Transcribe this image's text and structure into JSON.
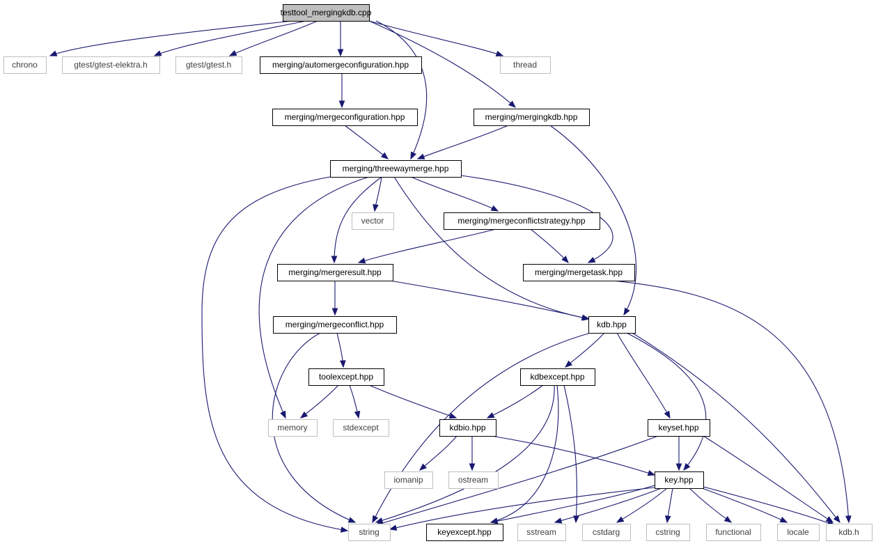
{
  "diagram": {
    "nodes": [
      {
        "id": "root",
        "label": "testtool_mergingkdb.cpp",
        "style": "root"
      },
      {
        "id": "chrono",
        "label": "chrono",
        "style": "external"
      },
      {
        "id": "gtest_elektra",
        "label": "gtest/gtest-elektra.h",
        "style": "external"
      },
      {
        "id": "gtest",
        "label": "gtest/gtest.h",
        "style": "external"
      },
      {
        "id": "automerge",
        "label": "merging/automergeconfiguration.hpp",
        "style": "internal"
      },
      {
        "id": "thread",
        "label": "thread",
        "style": "external"
      },
      {
        "id": "mergeconfig",
        "label": "merging/mergeconfiguration.hpp",
        "style": "internal"
      },
      {
        "id": "mergingkdb",
        "label": "merging/mergingkdb.hpp",
        "style": "internal"
      },
      {
        "id": "threeway",
        "label": "merging/threewaymerge.hpp",
        "style": "internal"
      },
      {
        "id": "vector",
        "label": "vector",
        "style": "external"
      },
      {
        "id": "mcstrategy",
        "label": "merging/mergeconflictstrategy.hpp",
        "style": "internal"
      },
      {
        "id": "mergeresult",
        "label": "merging/mergeresult.hpp",
        "style": "internal"
      },
      {
        "id": "mergetask",
        "label": "merging/mergetask.hpp",
        "style": "internal"
      },
      {
        "id": "mergeconflict",
        "label": "merging/mergeconflict.hpp",
        "style": "internal"
      },
      {
        "id": "kdbhpp",
        "label": "kdb.hpp",
        "style": "internal"
      },
      {
        "id": "toolexcept",
        "label": "toolexcept.hpp",
        "style": "internal"
      },
      {
        "id": "kdbexcept",
        "label": "kdbexcept.hpp",
        "style": "internal"
      },
      {
        "id": "memory",
        "label": "memory",
        "style": "external"
      },
      {
        "id": "stdexcept",
        "label": "stdexcept",
        "style": "external"
      },
      {
        "id": "kdbio",
        "label": "kdbio.hpp",
        "style": "internal"
      },
      {
        "id": "keyset",
        "label": "keyset.hpp",
        "style": "internal"
      },
      {
        "id": "iomanip",
        "label": "iomanip",
        "style": "external"
      },
      {
        "id": "ostream",
        "label": "ostream",
        "style": "external"
      },
      {
        "id": "keyhpp",
        "label": "key.hpp",
        "style": "internal"
      },
      {
        "id": "string",
        "label": "string",
        "style": "external"
      },
      {
        "id": "keyexcept",
        "label": "keyexcept.hpp",
        "style": "internal"
      },
      {
        "id": "sstream",
        "label": "sstream",
        "style": "external"
      },
      {
        "id": "cstdarg",
        "label": "cstdarg",
        "style": "external"
      },
      {
        "id": "cstring",
        "label": "cstring",
        "style": "external"
      },
      {
        "id": "functional",
        "label": "functional",
        "style": "external"
      },
      {
        "id": "locale",
        "label": "locale",
        "style": "external"
      },
      {
        "id": "kdbh",
        "label": "kdb.h",
        "style": "external"
      }
    ],
    "edges": [
      [
        "root",
        "chrono"
      ],
      [
        "root",
        "gtest_elektra"
      ],
      [
        "root",
        "gtest"
      ],
      [
        "root",
        "automerge"
      ],
      [
        "root",
        "threeway"
      ],
      [
        "root",
        "mergingkdb"
      ],
      [
        "root",
        "thread"
      ],
      [
        "automerge",
        "mergeconfig"
      ],
      [
        "mergeconfig",
        "threeway"
      ],
      [
        "mergingkdb",
        "threeway"
      ],
      [
        "mergingkdb",
        "kdbhpp"
      ],
      [
        "threeway",
        "string"
      ],
      [
        "threeway",
        "memory"
      ],
      [
        "threeway",
        "mergeresult"
      ],
      [
        "threeway",
        "vector"
      ],
      [
        "threeway",
        "mcstrategy"
      ],
      [
        "threeway",
        "kdbhpp"
      ],
      [
        "threeway",
        "mergetask"
      ],
      [
        "mcstrategy",
        "mergeresult"
      ],
      [
        "mcstrategy",
        "mergetask"
      ],
      [
        "mergeresult",
        "mergeconflict"
      ],
      [
        "mergeresult",
        "kdbhpp"
      ],
      [
        "mergetask",
        "kdbh"
      ],
      [
        "mergeconflict",
        "string"
      ],
      [
        "mergeconflict",
        "toolexcept"
      ],
      [
        "kdbhpp",
        "string"
      ],
      [
        "kdbhpp",
        "kdbexcept"
      ],
      [
        "kdbhpp",
        "keyset"
      ],
      [
        "kdbhpp",
        "keyhpp"
      ],
      [
        "kdbhpp",
        "kdbh"
      ],
      [
        "toolexcept",
        "memory"
      ],
      [
        "toolexcept",
        "stdexcept"
      ],
      [
        "toolexcept",
        "kdbio"
      ],
      [
        "kdbexcept",
        "kdbio"
      ],
      [
        "kdbexcept",
        "string"
      ],
      [
        "kdbexcept",
        "keyexcept"
      ],
      [
        "kdbexcept",
        "sstream"
      ],
      [
        "kdbio",
        "iomanip"
      ],
      [
        "kdbio",
        "ostream"
      ],
      [
        "kdbio",
        "keyhpp"
      ],
      [
        "keyset",
        "keyhpp"
      ],
      [
        "keyset",
        "string"
      ],
      [
        "keyset",
        "kdbh"
      ],
      [
        "keyhpp",
        "string"
      ],
      [
        "keyhpp",
        "keyexcept"
      ],
      [
        "keyhpp",
        "sstream"
      ],
      [
        "keyhpp",
        "cstdarg"
      ],
      [
        "keyhpp",
        "cstring"
      ],
      [
        "keyhpp",
        "functional"
      ],
      [
        "keyhpp",
        "locale"
      ],
      [
        "keyhpp",
        "kdbh"
      ]
    ],
    "colors": {
      "edge": "#191970",
      "root_fill": "#bfbfbf",
      "internal_border": "#000000",
      "external_border": "#bfbfbf",
      "external_text": "#404040",
      "internal_text": "#000000"
    }
  }
}
